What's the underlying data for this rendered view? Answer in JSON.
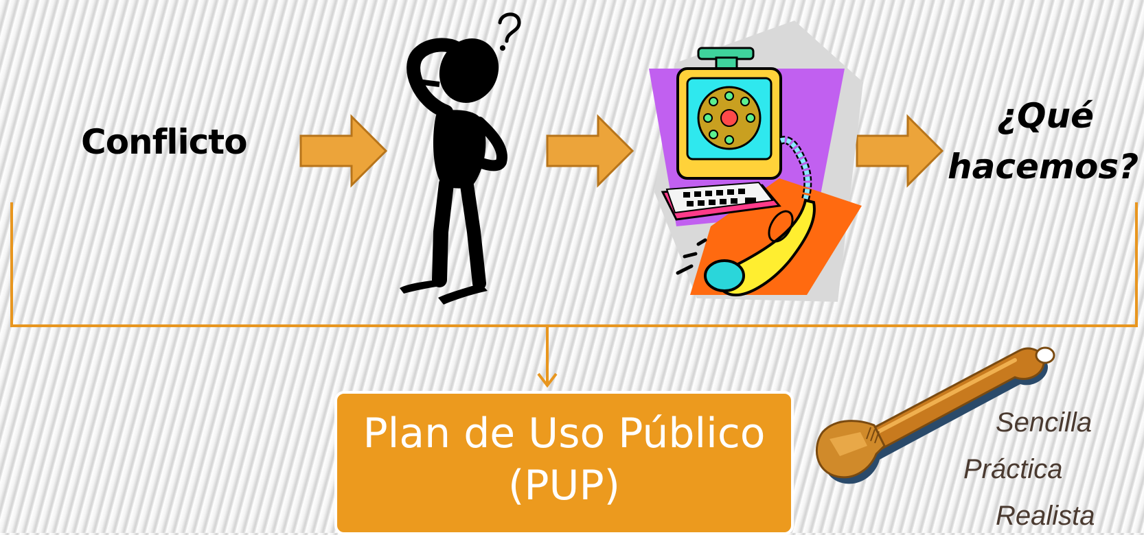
{
  "diagram": {
    "start_label": "Conflicto",
    "end_label_line1": "¿Qué",
    "end_label_line2": "hacemos?",
    "plan_line1": "Plan de Uso Público",
    "plan_line2": "(PUP)",
    "qualities": [
      "Sencilla",
      "Práctica",
      "Realista"
    ]
  },
  "colors": {
    "arrow_fill": "#eca43a",
    "arrow_stroke": "#b7741a",
    "connector": "#e8961f",
    "plan_box": "#ec9a1e"
  },
  "icons": [
    "confused-person-icon",
    "computer-phone-icon",
    "wrench-icon"
  ]
}
